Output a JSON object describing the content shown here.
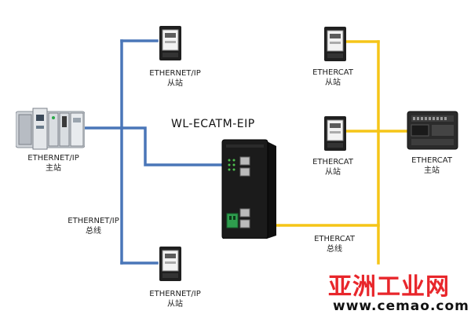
{
  "diagram": {
    "title": "WL-ECATM-EIP",
    "labels": {
      "eip_slave_top_l1": "ETHERNET/IP",
      "eip_slave_top_l2": "从站",
      "eip_master_l1": "ETHERNET/IP",
      "eip_master_l2": "主站",
      "eip_bus_l1": "ETHERNET/IP",
      "eip_bus_l2": "总线",
      "eip_slave_bottom_l1": "ETHERNET/IP",
      "eip_slave_bottom_l2": "从站",
      "ecat_slave_top_l1": "ETHERCAT",
      "ecat_slave_top_l2": "从站",
      "ecat_slave_mid_l1": "ETHERCAT",
      "ecat_slave_mid_l2": "从站",
      "ecat_master_l1": "ETHERCAT",
      "ecat_master_l2": "主站",
      "ecat_bus_l1": "ETHERCAT",
      "ecat_bus_l2": "总线"
    },
    "colors": {
      "eip_line": "#4a76b8",
      "ecat_line": "#f5c518"
    }
  },
  "watermark": {
    "name": "亚洲工业网",
    "url": "www.cemao.com"
  }
}
